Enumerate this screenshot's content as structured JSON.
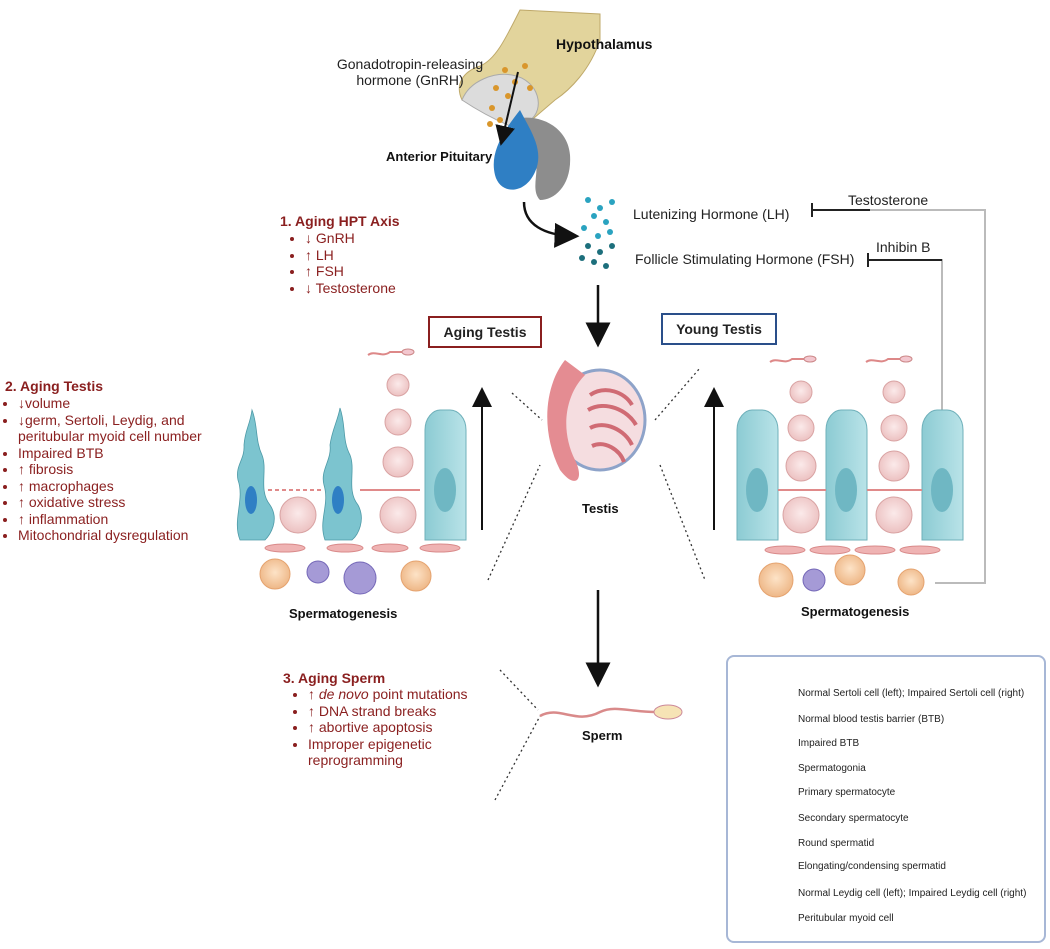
{
  "hormones": {
    "hypothalamus": "Hypothalamus",
    "gnrh": "Gonadotropin-releasing hormone (GnRH)",
    "pituitary": "Anterior Pituitary",
    "lh": "Lutenizing Hormone (LH)",
    "fsh": "Follicle Stimulating Hormone (FSH)",
    "testosterone": "Testosterone",
    "inhibin": "Inhibin B"
  },
  "section1": {
    "title": "1.  Aging HPT Axis",
    "items": [
      "↓ GnRH",
      "↑ LH",
      "↑ FSH",
      "↓ Testosterone"
    ]
  },
  "section2": {
    "title": "2. Aging Testis",
    "items": [
      "↓volume",
      "↓germ, Sertoli, Leydig, and",
      "peritubular myoid cell number",
      "Impaired BTB",
      "↑ fibrosis",
      "↑ macrophages",
      "↑ oxidative stress",
      "↑ inflammation",
      "Mitochondrial dysregulation"
    ]
  },
  "section3": {
    "title": "3. Aging Sperm",
    "items": [
      {
        "prefix": "↑ ",
        "em": "de novo",
        "rest": " point mutations"
      },
      {
        "prefix": "↑ DNA strand breaks",
        "em": "",
        "rest": ""
      },
      {
        "prefix": "↑ abortive apoptosis",
        "em": "",
        "rest": ""
      },
      {
        "prefix": "Improper epigenetic",
        "em": "",
        "rest": ""
      },
      {
        "prefix": "reprogramming",
        "em": "",
        "rest": ""
      }
    ]
  },
  "boxes": {
    "aging": "Aging Testis",
    "young": "Young Testis"
  },
  "labels": {
    "testis": "Testis",
    "sperm": "Sperm",
    "spermatogenesis_left": "Spermatogenesis",
    "spermatogenesis_right": "Spermatogenesis"
  },
  "legend": [
    "Normal Sertoli cell (left); Impaired Sertoli cell (right)",
    "Normal blood testis barrier (BTB)",
    "Impaired BTB",
    "Spermatogonia",
    "Primary spermatocyte",
    "Secondary spermatocyte",
    "Round spermatid",
    "Elongating/condensing spermatid",
    "Normal Leydig cell (left); Impaired Leydig cell (right)",
    "Peritubular myoid cell"
  ],
  "colors": {
    "aging_red": "#8a1f1f",
    "young_blue": "#2a4f8a",
    "sertoli": "#9fd6dc",
    "germ_cell": "#f6d8d8",
    "leydig": "#f7cfa8",
    "macrophage": "#a59ad6",
    "myoid": "#e8a1a1"
  }
}
